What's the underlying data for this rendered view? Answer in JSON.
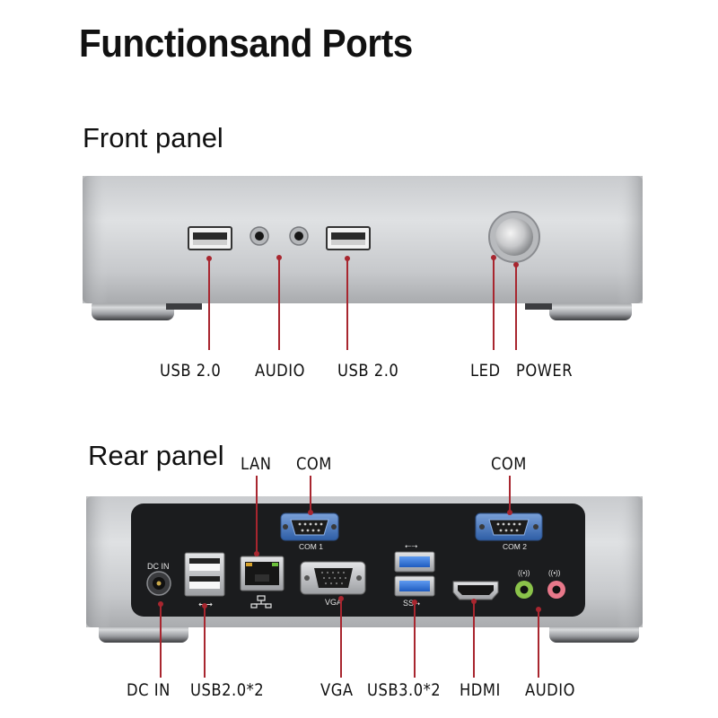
{
  "title": "Functionsand Ports",
  "front": {
    "label": "Front panel",
    "ports": [
      "USB 2.0",
      "AUDIO",
      "USB 2.0",
      "LED",
      "POWER"
    ]
  },
  "rear": {
    "label": "Rear panel",
    "top_ports": [
      "LAN",
      "COM",
      "COM"
    ],
    "bottom_ports": [
      "DC IN",
      "USB2.0*2",
      "VGA",
      "USB3.0*2",
      "HDMI",
      "AUDIO"
    ],
    "silkscreen": {
      "dc_in": "DC IN",
      "com1": "COM 1",
      "com2": "COM 2",
      "vga": "VGA"
    }
  },
  "colors": {
    "leader_line": "#a8262f",
    "chassis": "#d6d8da",
    "rear_plate": "#1b1c1e",
    "audio_green": "#8bc34a",
    "audio_pink": "#e8788a",
    "usb3_blue": "#2a6fd6",
    "com_blue": "#3f6fb8"
  },
  "icons": [
    "usb-symbol-icon",
    "superspeed-usb-icon",
    "network-icon",
    "headphone-icon",
    "microphone-icon"
  ]
}
